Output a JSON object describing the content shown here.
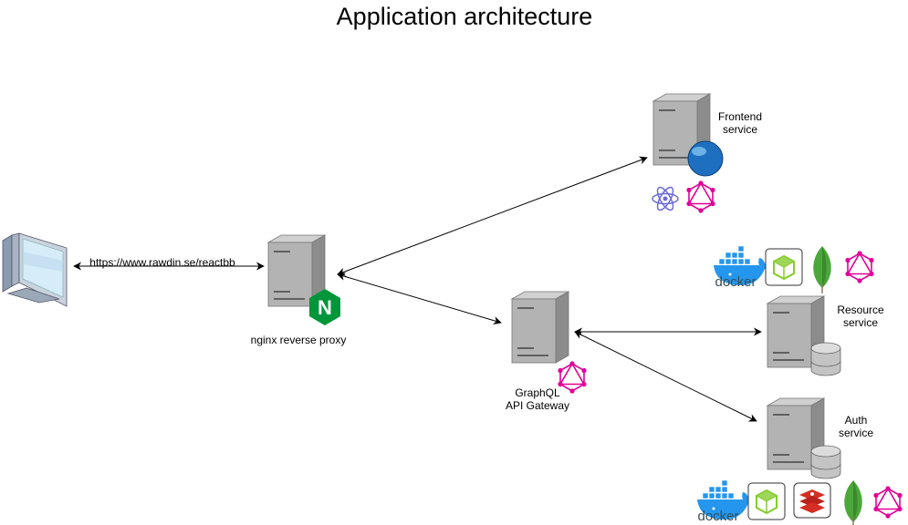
{
  "title": "Application architecture",
  "nodes": {
    "client": {
      "url_label": "https://www.rawdin.se/reactbb"
    },
    "nginx": {
      "label": "nginx reverse proxy"
    },
    "gateway": {
      "label_line1": "GraphQL",
      "label_line2": "API Gateway"
    },
    "frontend": {
      "label_line1": "Frontend",
      "label_line2": "service"
    },
    "resource": {
      "label_line1": "Resource",
      "label_line2": "service"
    },
    "auth": {
      "label_line1": "Auth",
      "label_line2": "service"
    }
  },
  "logos": {
    "docker_text": "docker",
    "nginx_letter": "N"
  },
  "icons": [
    "desktop-computer-icon",
    "server-icon",
    "nginx-icon",
    "globe-icon",
    "react-icon",
    "graphql-icon",
    "docker-icon",
    "nodejs-icon",
    "mongodb-icon",
    "redis-icon",
    "database-icon"
  ],
  "colors": {
    "graphql": "#e10098",
    "react": "#6b6bd6",
    "nginx": "#009639",
    "mongodb": "#4ca73a",
    "nodejs": "#83cd29",
    "redis": "#d42e25",
    "docker": "#2496ed",
    "globe": "#1f6fc0",
    "server": "#9a9a9a"
  }
}
